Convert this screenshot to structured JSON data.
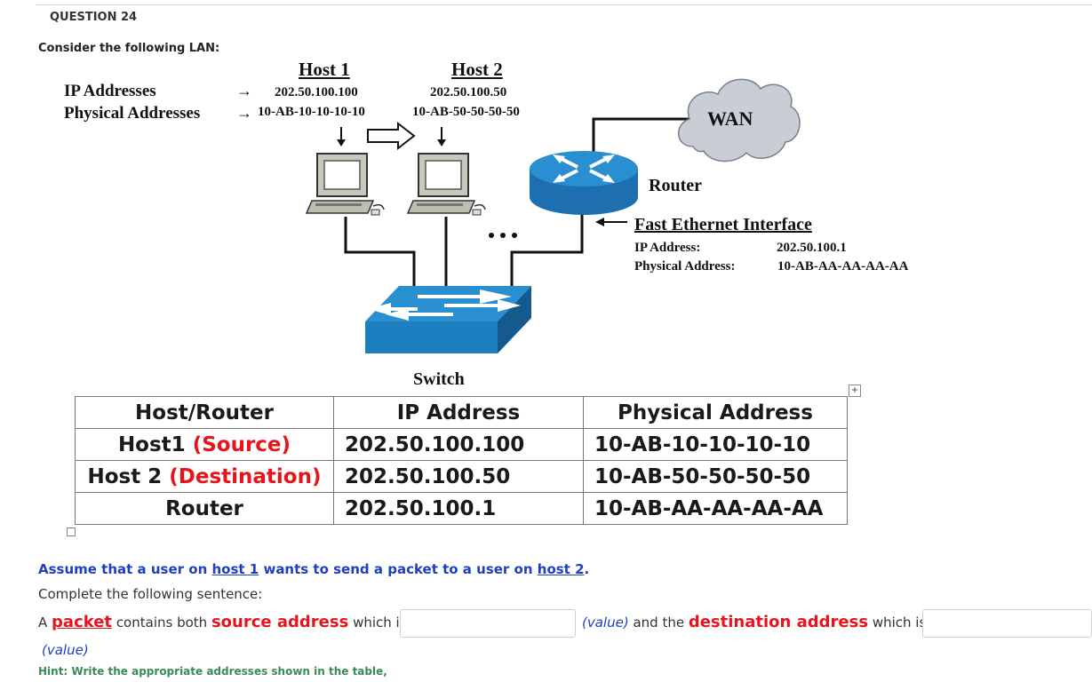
{
  "question": {
    "title": "QUESTION 24",
    "intro": "Consider the following LAN:"
  },
  "diagram": {
    "host1_label": "Host 1",
    "host2_label": "Host 2",
    "ip_row_label": "IP Addresses",
    "phys_row_label": "Physical Addresses",
    "host1_ip": "202.50.100.100",
    "host2_ip": "202.50.100.50",
    "host1_mac": "10-AB-10-10-10-10",
    "host2_mac": "10-AB-50-50-50-50",
    "arrow_glyph": "→",
    "dots": "• • •",
    "wan_label": "WAN",
    "router_label": "Router",
    "interface_title": "Fast Ethernet Interface",
    "iface_ip_label": "IP Address:",
    "iface_ip_value": "202.50.100.1",
    "iface_phys_label": "Physical Address:",
    "iface_phys_value": "10-AB-AA-AA-AA-AA",
    "switch_label": "Switch"
  },
  "table": {
    "headers": [
      "Host/Router",
      "IP Address",
      "Physical Address"
    ],
    "rows": [
      {
        "name": "Host1",
        "role": "(Source)",
        "ip": "202.50.100.100",
        "mac": "10-AB-10-10-10-10"
      },
      {
        "name": "Host 2",
        "role": "(Destination)",
        "ip": "202.50.100.50",
        "mac": "10-AB-50-50-50-50"
      },
      {
        "name": "Router",
        "role": "",
        "ip": "202.50.100.1",
        "mac": "10-AB-AA-AA-AA-AA"
      }
    ]
  },
  "prompt": {
    "assume_pre": "Assume that a user on ",
    "assume_link1": "host 1",
    "assume_mid": " wants to send a packet to a user on ",
    "assume_link2": "host 2",
    "assume_end": ".",
    "complete": "Complete the following sentence:",
    "s_a": "A ",
    "s_packet": "packet",
    "s_contains": " contains both ",
    "s_source": "source address",
    "s_which1": " which is",
    "s_value": "(value)",
    "s_and": " and the ",
    "s_dest": "destination address",
    "s_which2": " which is",
    "input1_value": "",
    "input2_value": "",
    "hint": "Hint: Write the appropriate addresses shown in the table,"
  },
  "colors": {
    "accent_red": "#e8141c",
    "link_blue": "#1f3fbf",
    "hint_green": "#3a8a55",
    "device_blue": "#2a8fd0"
  }
}
